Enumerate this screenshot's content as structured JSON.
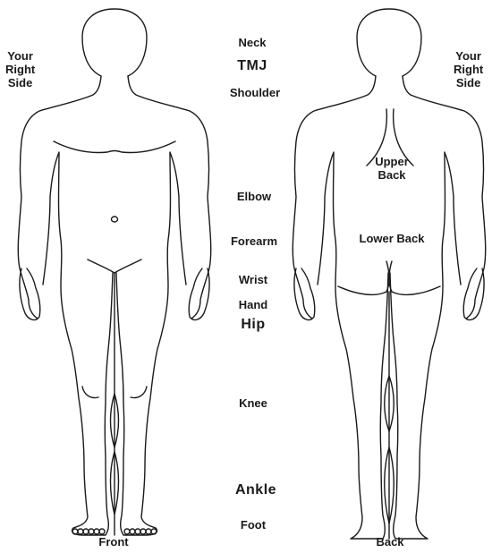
{
  "figures": {
    "front": {
      "caption": "Front",
      "side_label": [
        "Your",
        "Right",
        "Side"
      ],
      "regions": {
        "upper_back": "",
        "lower_back": ""
      }
    },
    "back": {
      "caption": "Back",
      "side_label": [
        "Your",
        "Right",
        "Side"
      ],
      "regions": {
        "upper_back": [
          "Upper",
          "Back"
        ],
        "lower_back": "Lower Back"
      }
    }
  },
  "body_parts": {
    "neck": "Neck",
    "tmj": "TMJ",
    "shoulder": "Shoulder",
    "elbow": "Elbow",
    "forearm": "Forearm",
    "wrist": "Wrist",
    "hand": "Hand",
    "hip": "Hip",
    "knee": "Knee",
    "ankle": "Ankle",
    "foot": "Foot"
  },
  "colors": {
    "outline": "#1a1a1a",
    "text": "#1a1a1a",
    "background": "#ffffff"
  }
}
